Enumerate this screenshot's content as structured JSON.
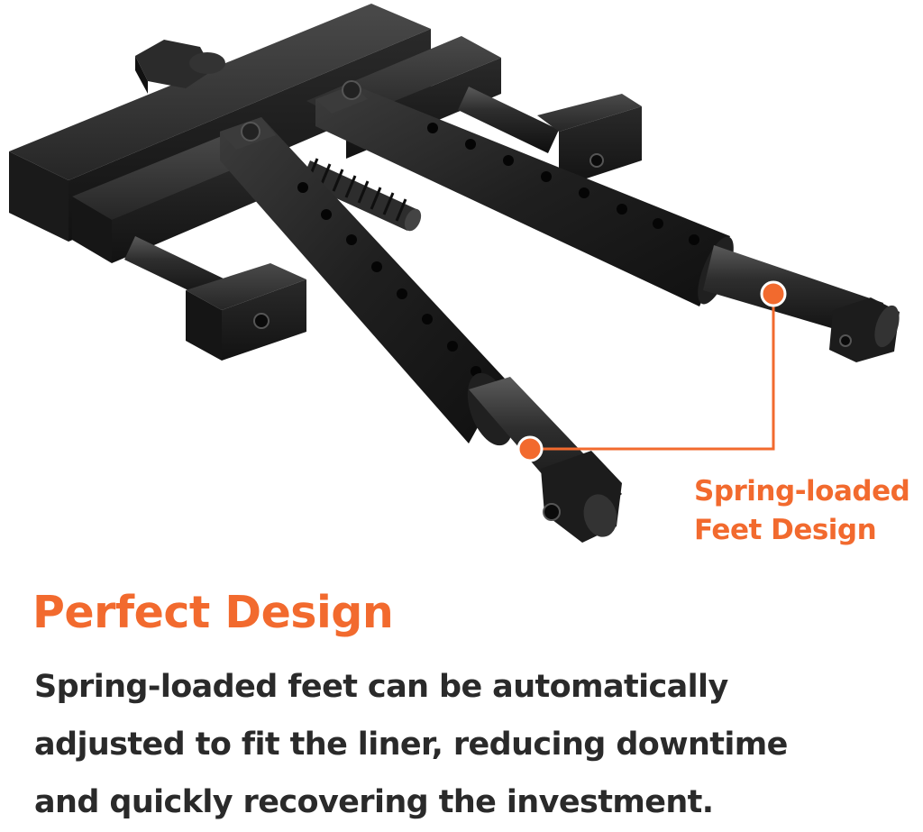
{
  "callout": {
    "line1": "Spring-loaded",
    "line2": "Feet Design"
  },
  "headline": "Perfect Design",
  "description": {
    "line1": "Spring-loaded feet can be automatically",
    "line2": "adjusted to fit the liner, reducing downtime",
    "line3": "and quickly recovering the investment."
  },
  "colors": {
    "accent": "#f26a2e",
    "body_text": "#2a2a2a",
    "tool_metal": "#1c1c1c"
  }
}
